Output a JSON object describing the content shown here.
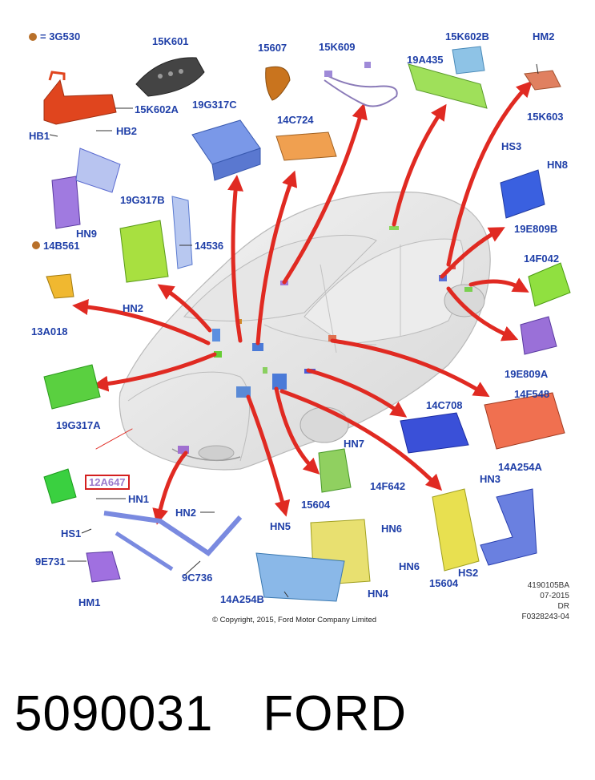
{
  "legend": {
    "text": "= 3G530",
    "dot_color": "#b8702a"
  },
  "labels": {
    "k15K601": "15K601",
    "k15607": "15607",
    "k15K609": "15K609",
    "k15K602B": "15K602B",
    "kHM2": "HM2",
    "k19A435": "19A435",
    "k15K602A": "15K602A",
    "k19G317C": "19G317C",
    "k14C724": "14C724",
    "k15K603": "15K603",
    "kHB1": "HB1",
    "kHB2": "HB2",
    "kHS3": "HS3",
    "kHN8": "HN8",
    "k19G317B": "19G317B",
    "kHN9": "HN9",
    "k19E809B": "19E809B",
    "k14B561": "14B561",
    "k14536": "14536",
    "k14F042": "14F042",
    "kHN2a": "HN2",
    "k13A018": "13A018",
    "k19E809A": "19E809A",
    "k14F548": "14F548",
    "k14C708": "14C708",
    "k19G317A": "19G317A",
    "kHN7": "HN7",
    "k14A254A": "14A254A",
    "k12A647": "12A647",
    "k14F642": "14F642",
    "kHN3": "HN3",
    "kHN1": "HN1",
    "kHN2b": "HN2",
    "k15604a": "15604",
    "kHN5": "HN5",
    "kHN6a": "HN6",
    "kHS1": "HS1",
    "k9E731": "9E731",
    "k9C736": "9C736",
    "kHN6b": "HN6",
    "kHS2": "HS2",
    "kHN4": "HN4",
    "k14A254B": "14A254B",
    "k15604b": "15604",
    "kHM1": "HM1"
  },
  "copyright": "© Copyright, 2015, Ford Motor Company Limited",
  "ref_codes": [
    "4190105BA",
    "07-2015",
    "DR",
    "F0328243-04"
  ],
  "footer": {
    "part_number": "5090031",
    "brand": "FORD"
  },
  "colors": {
    "label": "#1f3fa8",
    "arrow": "#e02a22",
    "highlight_box": "#d42020"
  }
}
